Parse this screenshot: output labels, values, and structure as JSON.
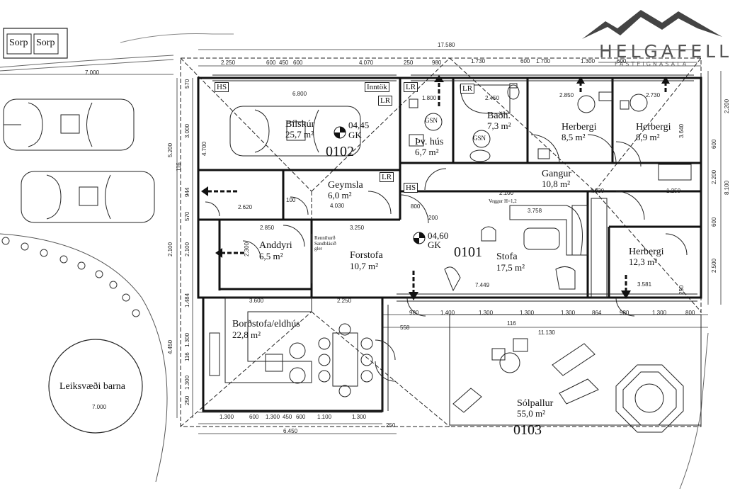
{
  "brand": {
    "name": "HELGAFELL",
    "subtitle": "FASTEIGNASALA",
    "colors": {
      "mountain": "#444444",
      "text": "#555555"
    }
  },
  "outside": {
    "bins": [
      "Sorp",
      "Sorp"
    ],
    "play_area": "Leiksvæði barna"
  },
  "rooms": {
    "garage": {
      "name": "Bílskúr",
      "area": "25,7 m²",
      "unit": "0102",
      "code": "04,45",
      "gk": "GK"
    },
    "utility": {
      "name": "Þv. hús",
      "area": "6,7 m²"
    },
    "bath": {
      "name": "Baðh.",
      "area": "7,3 m²"
    },
    "bedroom1": {
      "name": "Herbergi",
      "area": "8,5 m²"
    },
    "bedroom2": {
      "name": "Herbergi",
      "area": "8,9 m²"
    },
    "storage": {
      "name": "Geymsla",
      "area": "6,0 m²"
    },
    "hall": {
      "name": "Gangur",
      "area": "10,8 m²"
    },
    "entry": {
      "name": "Anddyri",
      "area": "6,5 m²"
    },
    "foyer": {
      "name": "Forstofa",
      "area": "10,7 m²"
    },
    "living": {
      "name": "Stofa",
      "area": "17,5 m²"
    },
    "bedroom3": {
      "name": "Herbergi",
      "area": "12,3 m²"
    },
    "dining_kitchen": {
      "name": "Borðstofa/eldhús",
      "area": "22,8 m²"
    },
    "deck": {
      "name": "Sólpallur",
      "area": "55,0 m²",
      "unit": "0103"
    },
    "main_unit": {
      "unit": "0101",
      "code": "04,60",
      "gk": "GK"
    }
  },
  "tags": {
    "hs": "HS",
    "inntok": "Inntök",
    "lr": "LR",
    "gsn": "GSN",
    "veggur": "Veggur H=1,2",
    "sliding": "Rennihurð Sandblásið gler"
  },
  "dims": {
    "top_total": "17.580",
    "top": [
      "2.250",
      "600",
      "450",
      "600",
      "4.070",
      "250",
      "980",
      "1.730",
      "600",
      "1.700",
      "1.300",
      "600"
    ],
    "garage_w": "6.800",
    "left_total": "7.000",
    "bottom": [
      "1.300",
      "600",
      "1.300",
      "450",
      "600",
      "1.100",
      "1.300",
      "250"
    ],
    "bottom_total": "6.450",
    "deck_w": "11.130",
    "window_row": [
      "980",
      "1.400",
      "1.300",
      "1.300",
      "1.300",
      "864",
      "980",
      "1.300",
      "800"
    ],
    "misc": [
      "1.800",
      "2.450",
      "2.850",
      "2.730",
      "4.030",
      "2.620",
      "2.850",
      "3.250",
      "2.100",
      "4.030",
      "1.250",
      "3.758",
      "7.449",
      "3.581",
      "3.600",
      "2.250",
      "100",
      "200",
      "800",
      "116",
      "558"
    ],
    "right": [
      "2.200",
      "3.640",
      "600",
      "2.200",
      "8.100",
      "600",
      "2.500",
      "250"
    ],
    "left_v": [
      "570",
      "3.000",
      "4.700",
      "5.200",
      "944",
      "116",
      "570",
      "2.100",
      "2.100",
      "2.300",
      "1.484",
      "4.450",
      "1.300",
      "116",
      "1.300",
      "250"
    ]
  }
}
